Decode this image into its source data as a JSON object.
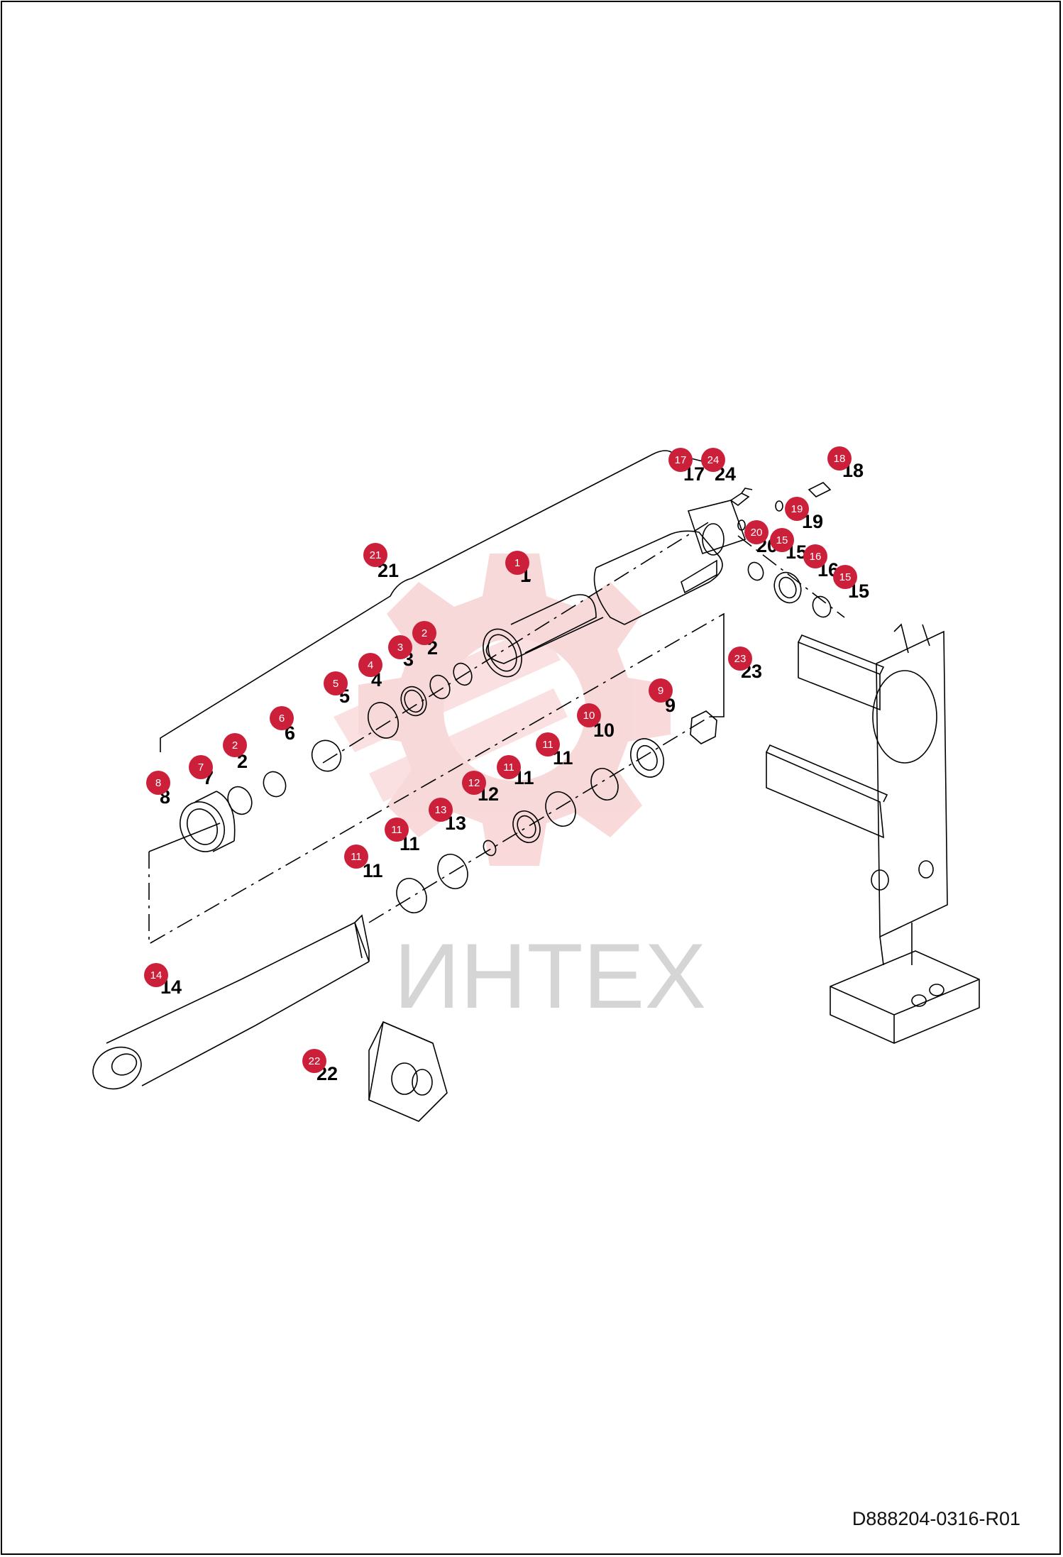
{
  "document": {
    "code": "D888204-0316-R01"
  },
  "watermark": {
    "brand": "ИНТЕХ",
    "gear_color": "#f6c9c9",
    "text_color": "#c8c8c8"
  },
  "colors": {
    "callout": "#cc1f3a",
    "line": "#000000"
  },
  "callouts": [
    {
      "id": "1",
      "label": "1"
    },
    {
      "id": "2a",
      "label": "2"
    },
    {
      "id": "2b",
      "label": "2"
    },
    {
      "id": "3",
      "label": "3"
    },
    {
      "id": "4",
      "label": "4"
    },
    {
      "id": "5",
      "label": "5"
    },
    {
      "id": "6",
      "label": "6"
    },
    {
      "id": "7",
      "label": "7"
    },
    {
      "id": "8",
      "label": "8"
    },
    {
      "id": "9",
      "label": "9"
    },
    {
      "id": "10",
      "label": "10"
    },
    {
      "id": "11a",
      "label": "11"
    },
    {
      "id": "11b",
      "label": "11"
    },
    {
      "id": "11c",
      "label": "11"
    },
    {
      "id": "11d",
      "label": "11"
    },
    {
      "id": "12",
      "label": "12"
    },
    {
      "id": "13",
      "label": "13"
    },
    {
      "id": "14",
      "label": "14"
    },
    {
      "id": "15a",
      "label": "15"
    },
    {
      "id": "15b",
      "label": "15"
    },
    {
      "id": "16",
      "label": "16"
    },
    {
      "id": "17",
      "label": "17"
    },
    {
      "id": "18",
      "label": "18"
    },
    {
      "id": "19",
      "label": "19"
    },
    {
      "id": "20",
      "label": "20"
    },
    {
      "id": "21",
      "label": "21"
    },
    {
      "id": "22",
      "label": "22"
    },
    {
      "id": "23",
      "label": "23"
    },
    {
      "id": "24",
      "label": "24"
    }
  ],
  "part_numbers": [
    {
      "id": "1",
      "text": "1"
    },
    {
      "id": "2a",
      "text": "2"
    },
    {
      "id": "2b",
      "text": "2"
    },
    {
      "id": "3",
      "text": "3"
    },
    {
      "id": "4",
      "text": "4"
    },
    {
      "id": "5",
      "text": "5"
    },
    {
      "id": "6",
      "text": "6"
    },
    {
      "id": "7",
      "text": "7"
    },
    {
      "id": "8",
      "text": "8"
    },
    {
      "id": "9",
      "text": "9"
    },
    {
      "id": "10",
      "text": "10"
    },
    {
      "id": "11a",
      "text": "11"
    },
    {
      "id": "11b",
      "text": "11"
    },
    {
      "id": "11c",
      "text": "11"
    },
    {
      "id": "11d",
      "text": "11"
    },
    {
      "id": "12",
      "text": "12"
    },
    {
      "id": "13",
      "text": "13"
    },
    {
      "id": "14",
      "text": "14"
    },
    {
      "id": "15a",
      "text": "15"
    },
    {
      "id": "15b",
      "text": "15"
    },
    {
      "id": "16",
      "text": "16"
    },
    {
      "id": "17",
      "text": "17"
    },
    {
      "id": "18",
      "text": "18"
    },
    {
      "id": "19",
      "text": "19"
    },
    {
      "id": "20",
      "text": "20"
    },
    {
      "id": "21",
      "text": "21"
    },
    {
      "id": "22",
      "text": "22"
    },
    {
      "id": "23",
      "text": "23"
    },
    {
      "id": "24",
      "text": "24"
    }
  ]
}
